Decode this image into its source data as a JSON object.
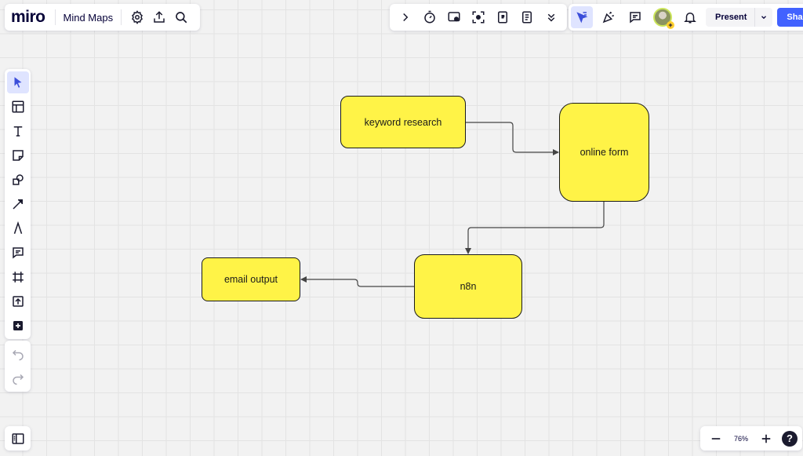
{
  "app": {
    "logo": "miro",
    "board_title": "Mind Maps"
  },
  "toolbar_right": {
    "present_label": "Present",
    "share_label": "Share"
  },
  "zoom": {
    "level": "76%",
    "help_label": "?"
  },
  "nodes": {
    "keyword_research": "keyword research",
    "online_form": "online form",
    "n8n": "n8n",
    "email_output": "email output"
  },
  "colors": {
    "sticky_yellow": "#fff347",
    "accent_blue": "#4262ff",
    "active_tool_bg": "#dfe4ff"
  }
}
